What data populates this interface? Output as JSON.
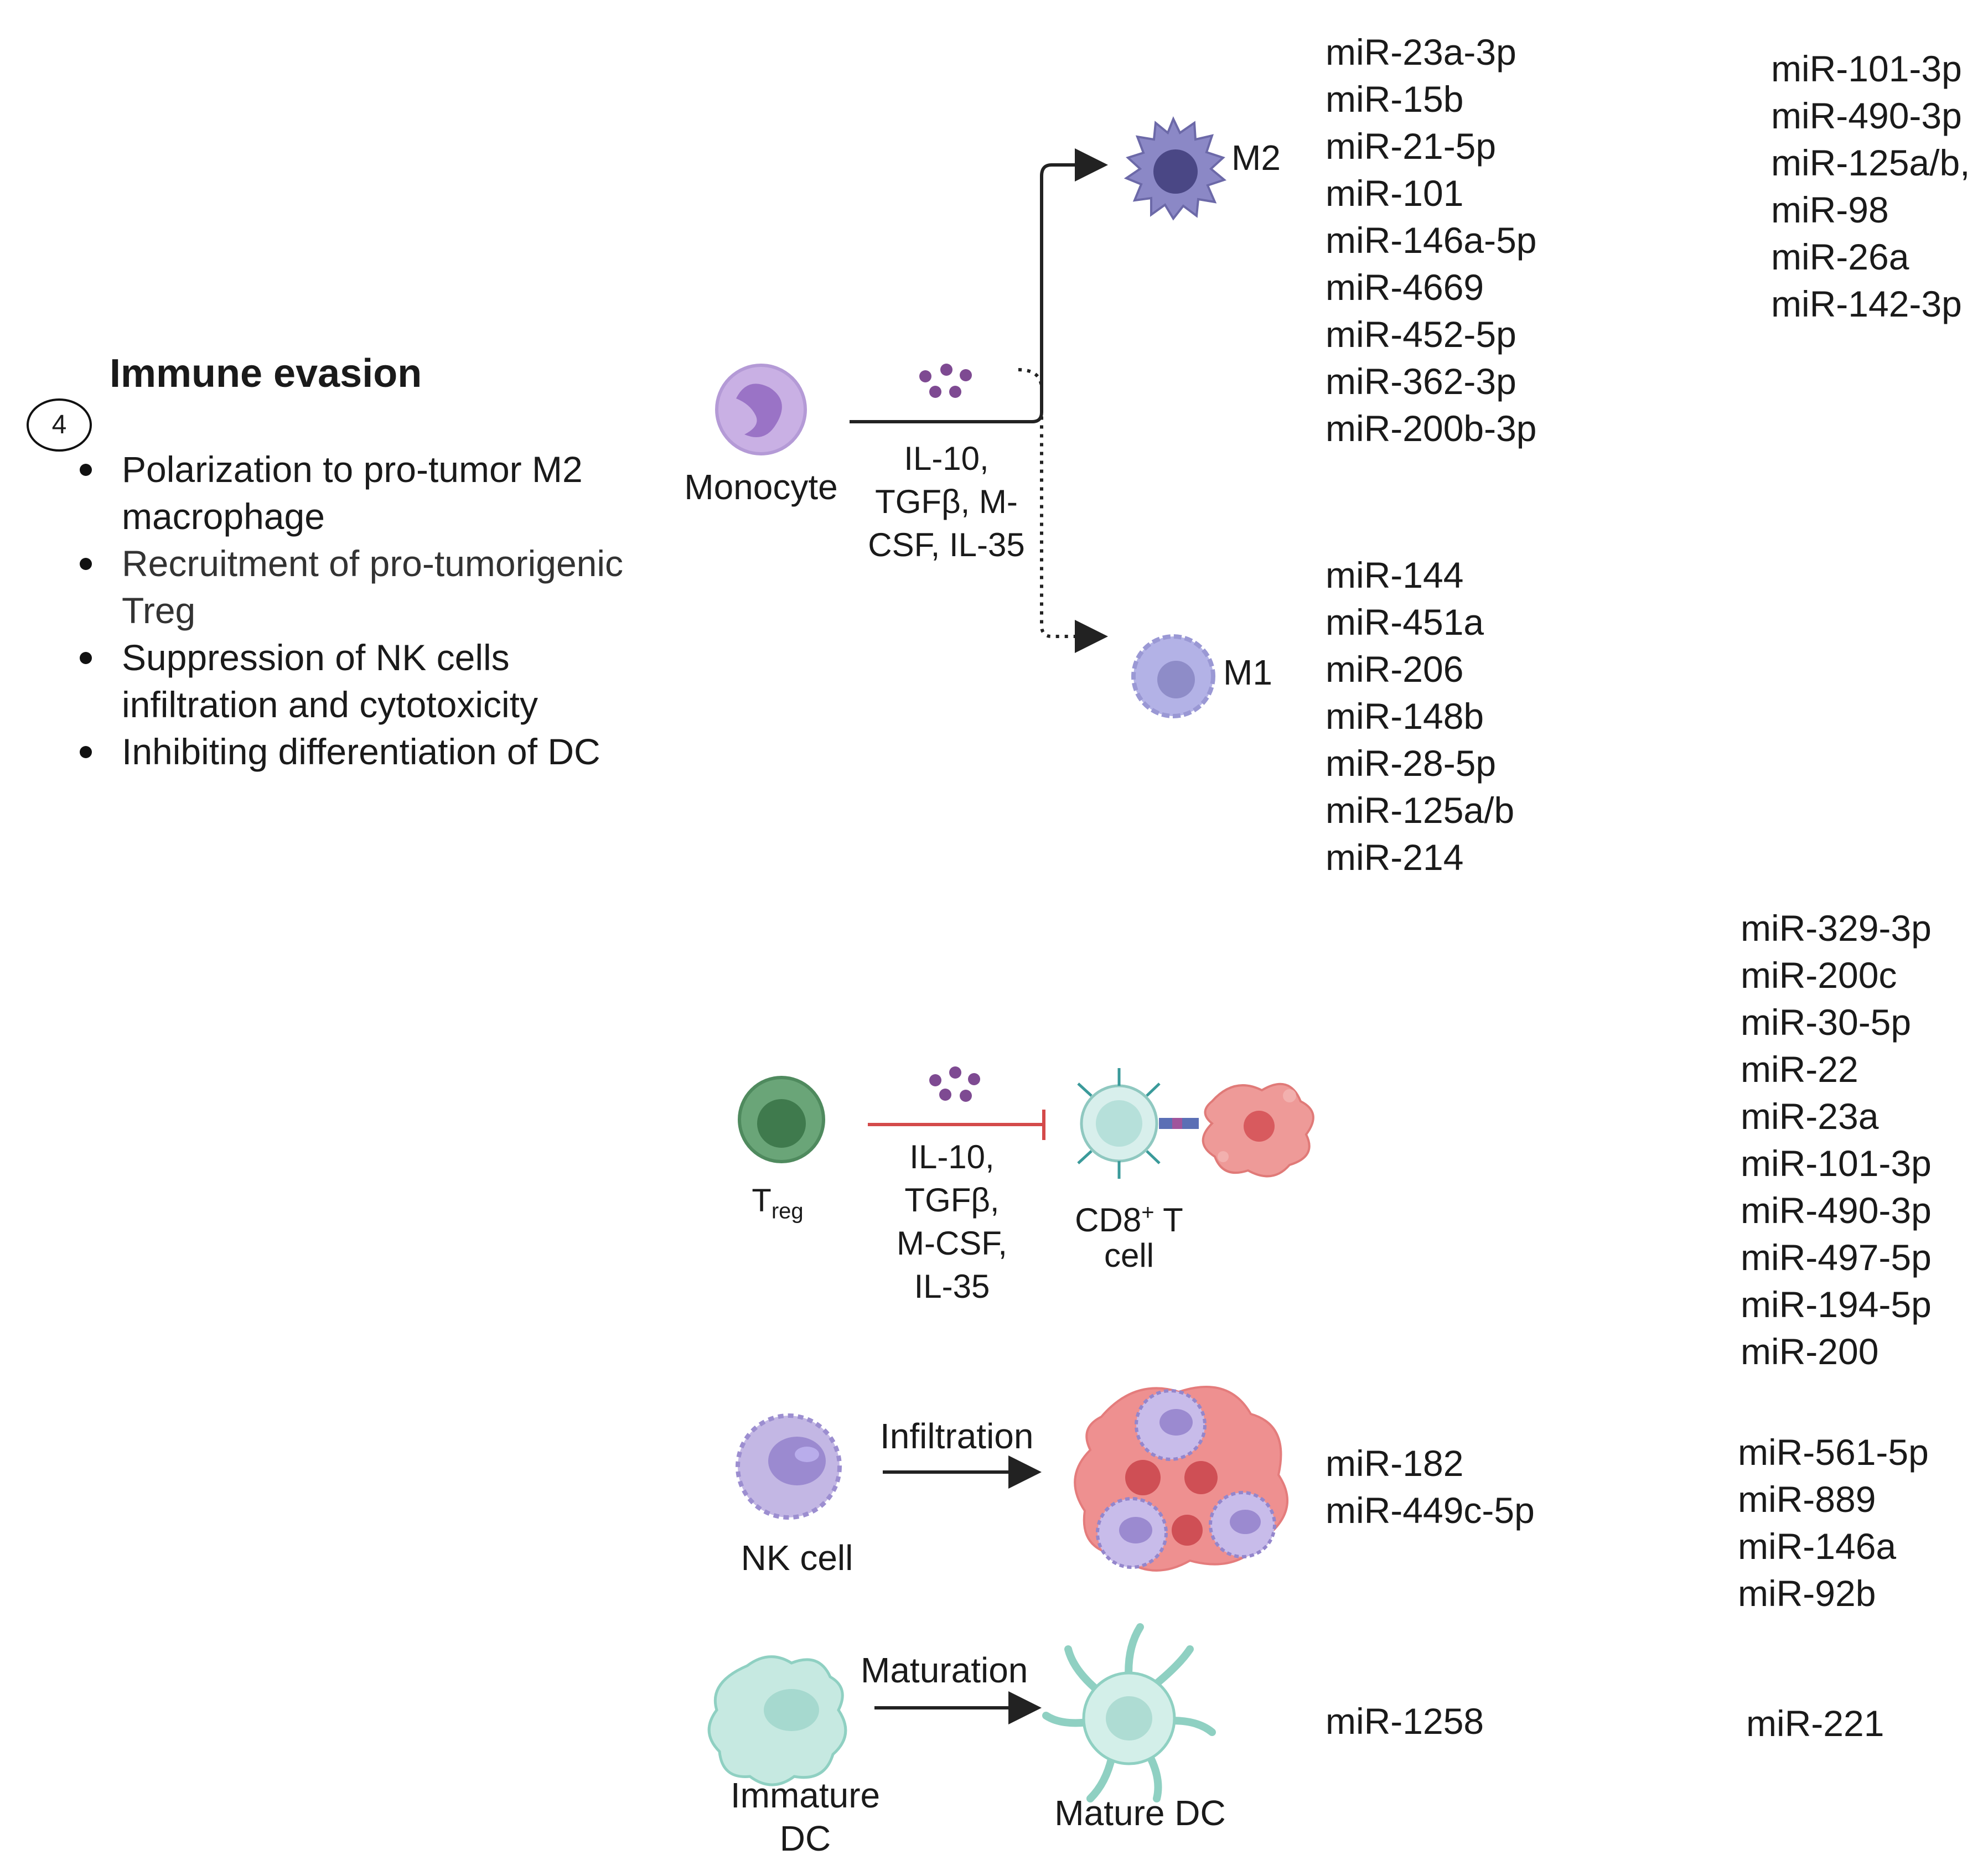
{
  "section": {
    "step": "4",
    "title": "Immune evasion",
    "bullets": [
      "Polarization to pro-tumor M2 macrophage",
      "Recruitment of pro-tumorigenic Treg",
      "Suppression of NK cells infiltration and cytotoxicity",
      "Inhibiting differentiation of DC"
    ]
  },
  "macrophage": {
    "monocyte_label": "Monocyte",
    "cytokines": [
      "IL-10,",
      "TGFβ, M-",
      "CSF, IL-35"
    ],
    "m2_label": "M2",
    "m1_label": "M1",
    "m2_mirs_a": [
      "miR-23a-3p",
      "miR-15b",
      "miR-21-5p",
      "miR-101",
      "miR-146a-5p",
      "miR-4669",
      "miR-452-5p",
      "miR-362-3p",
      "miR-200b-3p"
    ],
    "m2_mirs_b": [
      "miR-101-3p",
      "miR-490-3p",
      "miR-125a/b,",
      "miR-98",
      "miR-26a",
      "miR-142-3p"
    ],
    "m1_mirs": [
      "miR-144",
      "miR-451a",
      "miR-206",
      "miR-148b",
      "miR-28-5p",
      "miR-125a/b",
      "miR-214"
    ]
  },
  "treg": {
    "treg_label_main": "T",
    "treg_label_sub": "reg",
    "cytokines": [
      "IL-10,",
      "TGFβ,",
      "M-CSF,",
      "IL-35"
    ],
    "cd8_main": "CD8",
    "cd8_sup": "+",
    "cd8_rest": "T",
    "cd8_line2": "cell",
    "mirs": [
      "miR-329-3p",
      "miR-200c",
      "miR-30-5p",
      "miR-22",
      "miR-23a",
      "miR-101-3p",
      "miR-490-3p",
      "miR-497-5p",
      "miR-194-5p",
      "miR-200"
    ]
  },
  "nk": {
    "nk_label": "NK cell",
    "arrow_label": "Infiltration",
    "mirs_a": [
      "miR-182",
      "miR-449c-5p"
    ],
    "mirs_b": [
      "miR-561-5p",
      "miR-889",
      "miR-146a",
      "miR-92b"
    ]
  },
  "dc": {
    "immature_label": [
      "Immature",
      "DC"
    ],
    "arrow_label": "Maturation",
    "mature_label": "Mature DC",
    "mir_a": "miR-1258",
    "mir_b": "miR-221"
  },
  "colors": {
    "monocyte": "#b79ad6",
    "m2": "#7b78b8",
    "m1": "#a4a3dc",
    "treg": "#5e9a6a",
    "cd8": "#cfeae6",
    "tumor": "#e8888a",
    "nk": "#b6a8dc",
    "dc": "#bfe5dc",
    "inhibit": "#d44a4a",
    "vesicle": "#7e4a92"
  }
}
